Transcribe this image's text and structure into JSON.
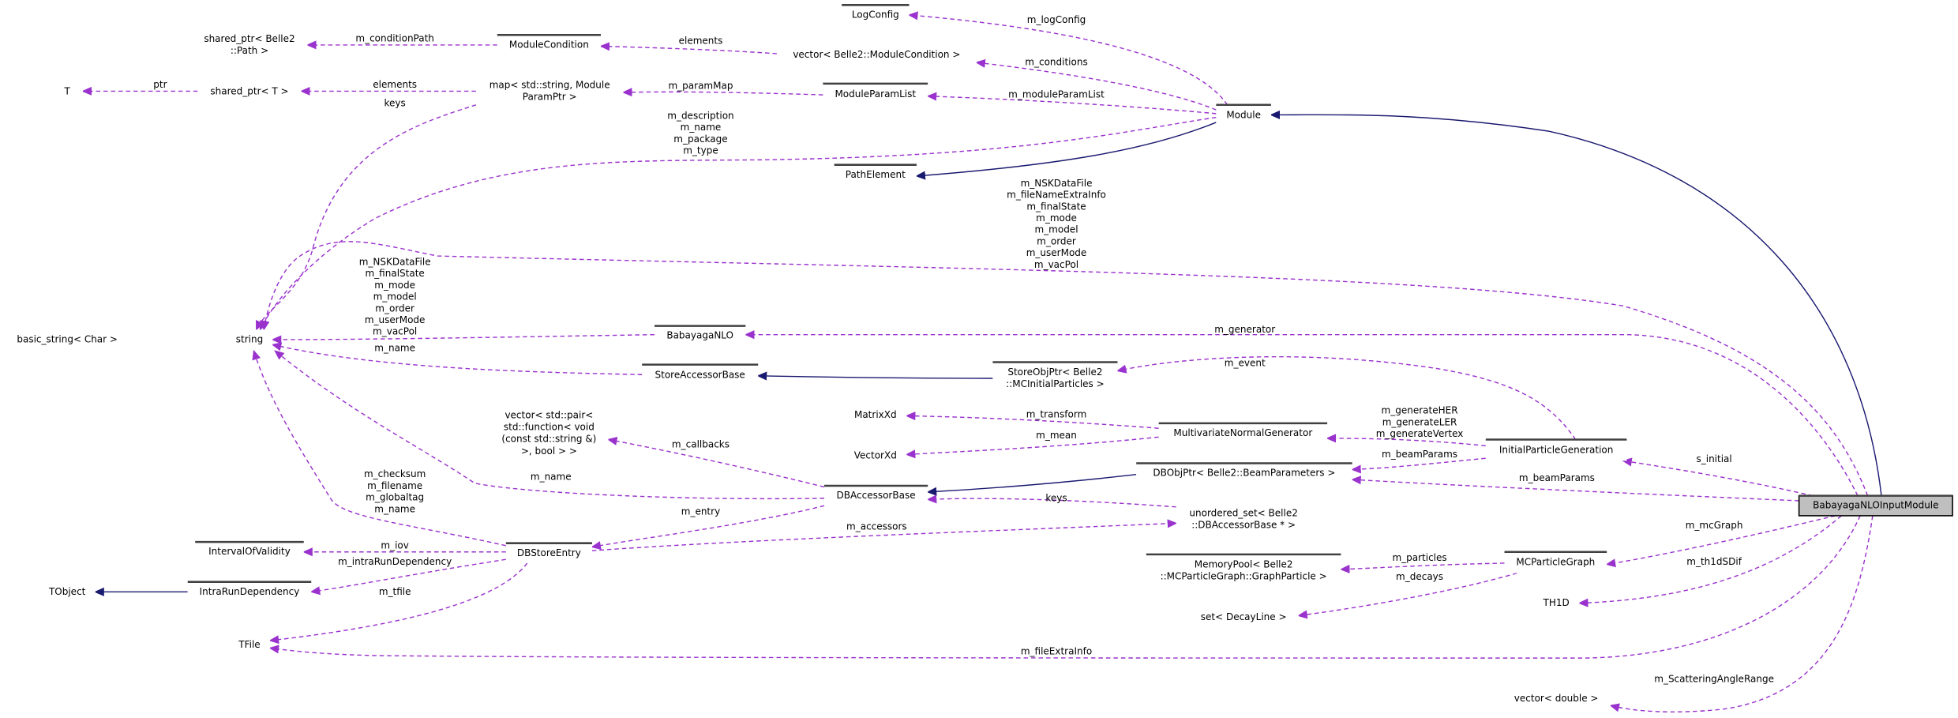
{
  "colors": {
    "usage_edge": "#9a32cd",
    "inheritance_edge": "#191970",
    "focus_fill": "#bfbfbf",
    "node_border": "#000000",
    "external_node_border": "#bfbfbf"
  },
  "nodes": [
    {
      "id": "LogConfig",
      "lines": [
        "LogConfig"
      ],
      "kind": "documented"
    },
    {
      "id": "sharedPath",
      "lines": [
        "shared_ptr< Belle2",
        "::Path >"
      ],
      "kind": "external"
    },
    {
      "id": "ModuleCondition",
      "lines": [
        "ModuleCondition"
      ],
      "kind": "documented"
    },
    {
      "id": "vecModCond",
      "lines": [
        "vector< Belle2::ModuleCondition >"
      ],
      "kind": "external"
    },
    {
      "id": "T",
      "lines": [
        "T"
      ],
      "kind": "external"
    },
    {
      "id": "sharedT",
      "lines": [
        "shared_ptr< T >"
      ],
      "kind": "external"
    },
    {
      "id": "map",
      "lines": [
        "map< std::string, Module",
        "ParamPtr >"
      ],
      "kind": "external"
    },
    {
      "id": "ModuleParamList",
      "lines": [
        "ModuleParamList"
      ],
      "kind": "documented"
    },
    {
      "id": "Module",
      "lines": [
        "Module"
      ],
      "kind": "documented"
    },
    {
      "id": "PathElement",
      "lines": [
        "PathElement"
      ],
      "kind": "documented"
    },
    {
      "id": "basicString",
      "lines": [
        "basic_string< Char >"
      ],
      "kind": "external"
    },
    {
      "id": "string",
      "lines": [
        "string"
      ],
      "kind": "external"
    },
    {
      "id": "BabayagaNLO",
      "lines": [
        "BabayagaNLO"
      ],
      "kind": "documented"
    },
    {
      "id": "StoreAccessorBase",
      "lines": [
        "StoreAccessorBase"
      ],
      "kind": "documented"
    },
    {
      "id": "StoreObjPtr",
      "lines": [
        "StoreObjPtr< Belle2",
        "::MCInitialParticles >"
      ],
      "kind": "documented"
    },
    {
      "id": "vecPair",
      "lines": [
        "vector< std::pair<",
        "std::function< void",
        "(const std::string &)",
        ">, bool > >"
      ],
      "kind": "external"
    },
    {
      "id": "MatrixXd",
      "lines": [
        "MatrixXd"
      ],
      "kind": "external"
    },
    {
      "id": "VectorXd",
      "lines": [
        "VectorXd"
      ],
      "kind": "external"
    },
    {
      "id": "MNG",
      "lines": [
        "MultivariateNormalGenerator"
      ],
      "kind": "documented"
    },
    {
      "id": "IPG",
      "lines": [
        "InitialParticleGeneration"
      ],
      "kind": "documented"
    },
    {
      "id": "DBObjPtr",
      "lines": [
        "DBObjPtr< Belle2::BeamParameters >"
      ],
      "kind": "documented"
    },
    {
      "id": "DBAccessorBase",
      "lines": [
        "DBAccessorBase"
      ],
      "kind": "documented"
    },
    {
      "id": "unorderedSet",
      "lines": [
        "unordered_set< Belle2",
        "::DBAccessorBase * >"
      ],
      "kind": "external"
    },
    {
      "id": "BNIM",
      "lines": [
        "BabayagaNLOInputModule"
      ],
      "kind": "focus"
    },
    {
      "id": "IntervalOfValidity",
      "lines": [
        "IntervalOfValidity"
      ],
      "kind": "documented"
    },
    {
      "id": "DBStoreEntry",
      "lines": [
        "DBStoreEntry"
      ],
      "kind": "documented"
    },
    {
      "id": "MemoryPool",
      "lines": [
        "MemoryPool< Belle2",
        "::MCParticleGraph::GraphParticle >"
      ],
      "kind": "documented"
    },
    {
      "id": "MCParticleGraph",
      "lines": [
        "MCParticleGraph"
      ],
      "kind": "documented"
    },
    {
      "id": "IntraRunDependency",
      "lines": [
        "IntraRunDependency"
      ],
      "kind": "documented"
    },
    {
      "id": "TObject",
      "lines": [
        "TObject"
      ],
      "kind": "external"
    },
    {
      "id": "setDecayLine",
      "lines": [
        "set< DecayLine >"
      ],
      "kind": "external"
    },
    {
      "id": "TH1D",
      "lines": [
        "TH1D"
      ],
      "kind": "external"
    },
    {
      "id": "TFile",
      "lines": [
        "TFile"
      ],
      "kind": "external"
    },
    {
      "id": "vecDouble",
      "lines": [
        "vector< double >"
      ],
      "kind": "external"
    }
  ],
  "edges": [
    {
      "from": "Module",
      "to": "LogConfig",
      "type": "usage",
      "labels": [
        "m_logConfig"
      ]
    },
    {
      "from": "Module",
      "to": "vecModCond",
      "type": "usage",
      "labels": [
        "m_conditions"
      ]
    },
    {
      "from": "vecModCond",
      "to": "ModuleCondition",
      "type": "usage",
      "labels": [
        "elements"
      ]
    },
    {
      "from": "ModuleCondition",
      "to": "sharedPath",
      "type": "usage",
      "labels": [
        "m_conditionPath"
      ]
    },
    {
      "from": "Module",
      "to": "ModuleParamList",
      "type": "usage",
      "labels": [
        "m_moduleParamList"
      ]
    },
    {
      "from": "ModuleParamList",
      "to": "map",
      "type": "usage",
      "labels": [
        "m_paramMap"
      ]
    },
    {
      "from": "map",
      "to": "sharedT",
      "type": "usage",
      "labels": [
        "elements"
      ]
    },
    {
      "from": "sharedT",
      "to": "T",
      "type": "usage",
      "labels": [
        "ptr"
      ]
    },
    {
      "from": "map",
      "to": "string",
      "type": "usage",
      "labels": [
        "keys"
      ]
    },
    {
      "from": "Module",
      "to": "string",
      "type": "usage",
      "labels": [
        "m_description",
        "m_name",
        "m_package",
        "m_type"
      ]
    },
    {
      "from": "Module",
      "to": "PathElement",
      "type": "inheritance",
      "labels": []
    },
    {
      "from": "BNIM",
      "to": "Module",
      "type": "inheritance",
      "labels": []
    },
    {
      "from": "BNIM",
      "to": "string",
      "type": "usage",
      "labels": [
        "m_NSKDataFile",
        "m_fileNameExtraInfo",
        "m_finalState",
        "m_mode",
        "m_model",
        "m_order",
        "m_userMode",
        "m_vacPol"
      ]
    },
    {
      "from": "BNIM",
      "to": "BabayagaNLO",
      "type": "usage",
      "labels": [
        "m_generator"
      ]
    },
    {
      "from": "BabayagaNLO",
      "to": "string",
      "type": "usage",
      "labels": [
        "m_NSKDataFile",
        "m_finalState",
        "m_mode",
        "m_model",
        "m_order",
        "m_userMode",
        "m_vacPol"
      ]
    },
    {
      "from": "StoreAccessorBase",
      "to": "string",
      "type": "usage",
      "labels": [
        "m_name"
      ]
    },
    {
      "from": "StoreObjPtr",
      "to": "StoreAccessorBase",
      "type": "inheritance",
      "labels": []
    },
    {
      "from": "IPG",
      "to": "StoreObjPtr",
      "type": "usage",
      "labels": [
        "m_event"
      ]
    },
    {
      "from": "IPG",
      "to": "MNG",
      "type": "usage",
      "labels": [
        "m_generateHER",
        "m_generateLER",
        "m_generateVertex"
      ]
    },
    {
      "from": "MNG",
      "to": "MatrixXd",
      "type": "usage",
      "labels": [
        "m_transform"
      ]
    },
    {
      "from": "MNG",
      "to": "VectorXd",
      "type": "usage",
      "labels": [
        "m_mean"
      ]
    },
    {
      "from": "IPG",
      "to": "DBObjPtr",
      "type": "usage",
      "labels": [
        "m_beamParams"
      ]
    },
    {
      "from": "BNIM",
      "to": "IPG",
      "type": "usage",
      "labels": [
        "s_initial"
      ]
    },
    {
      "from": "BNIM",
      "to": "DBObjPtr",
      "type": "usage",
      "labels": [
        "m_beamParams"
      ]
    },
    {
      "from": "DBObjPtr",
      "to": "DBAccessorBase",
      "type": "inheritance",
      "labels": []
    },
    {
      "from": "DBAccessorBase",
      "to": "vecPair",
      "type": "usage",
      "labels": [
        "m_callbacks"
      ]
    },
    {
      "from": "DBAccessorBase",
      "to": "string",
      "type": "usage",
      "labels": [
        "m_name"
      ]
    },
    {
      "from": "unorderedSet",
      "to": "DBAccessorBase",
      "type": "usage",
      "labels": [
        "keys"
      ]
    },
    {
      "from": "DBStoreEntry",
      "to": "unorderedSet",
      "type": "usage",
      "labels": [
        "m_accessors"
      ]
    },
    {
      "from": "DBAccessorBase",
      "to": "DBStoreEntry",
      "type": "usage",
      "labels": [
        "m_entry"
      ]
    },
    {
      "from": "DBStoreEntry",
      "to": "string",
      "type": "usage",
      "labels": [
        "m_checksum",
        "m_filename",
        "m_globaltag",
        "m_name"
      ]
    },
    {
      "from": "DBStoreEntry",
      "to": "IntervalOfValidity",
      "type": "usage",
      "labels": [
        "m_iov"
      ]
    },
    {
      "from": "DBStoreEntry",
      "to": "IntraRunDependency",
      "type": "usage",
      "labels": [
        "m_intraRunDependency"
      ]
    },
    {
      "from": "IntraRunDependency",
      "to": "TObject",
      "type": "inheritance",
      "labels": []
    },
    {
      "from": "DBStoreEntry",
      "to": "TFile",
      "type": "usage",
      "labels": [
        "m_tfile"
      ]
    },
    {
      "from": "BNIM",
      "to": "TFile",
      "type": "usage",
      "labels": [
        "m_fileExtraInfo"
      ]
    },
    {
      "from": "BNIM",
      "to": "MCParticleGraph",
      "type": "usage",
      "labels": [
        "m_mcGraph"
      ]
    },
    {
      "from": "MCParticleGraph",
      "to": "MemoryPool",
      "type": "usage",
      "labels": [
        "m_particles"
      ]
    },
    {
      "from": "MCParticleGraph",
      "to": "setDecayLine",
      "type": "usage",
      "labels": [
        "m_decays"
      ]
    },
    {
      "from": "BNIM",
      "to": "TH1D",
      "type": "usage",
      "labels": [
        "m_th1dSDif"
      ]
    },
    {
      "from": "BNIM",
      "to": "vecDouble",
      "type": "usage",
      "labels": [
        "m_ScatteringAngleRange"
      ]
    }
  ]
}
